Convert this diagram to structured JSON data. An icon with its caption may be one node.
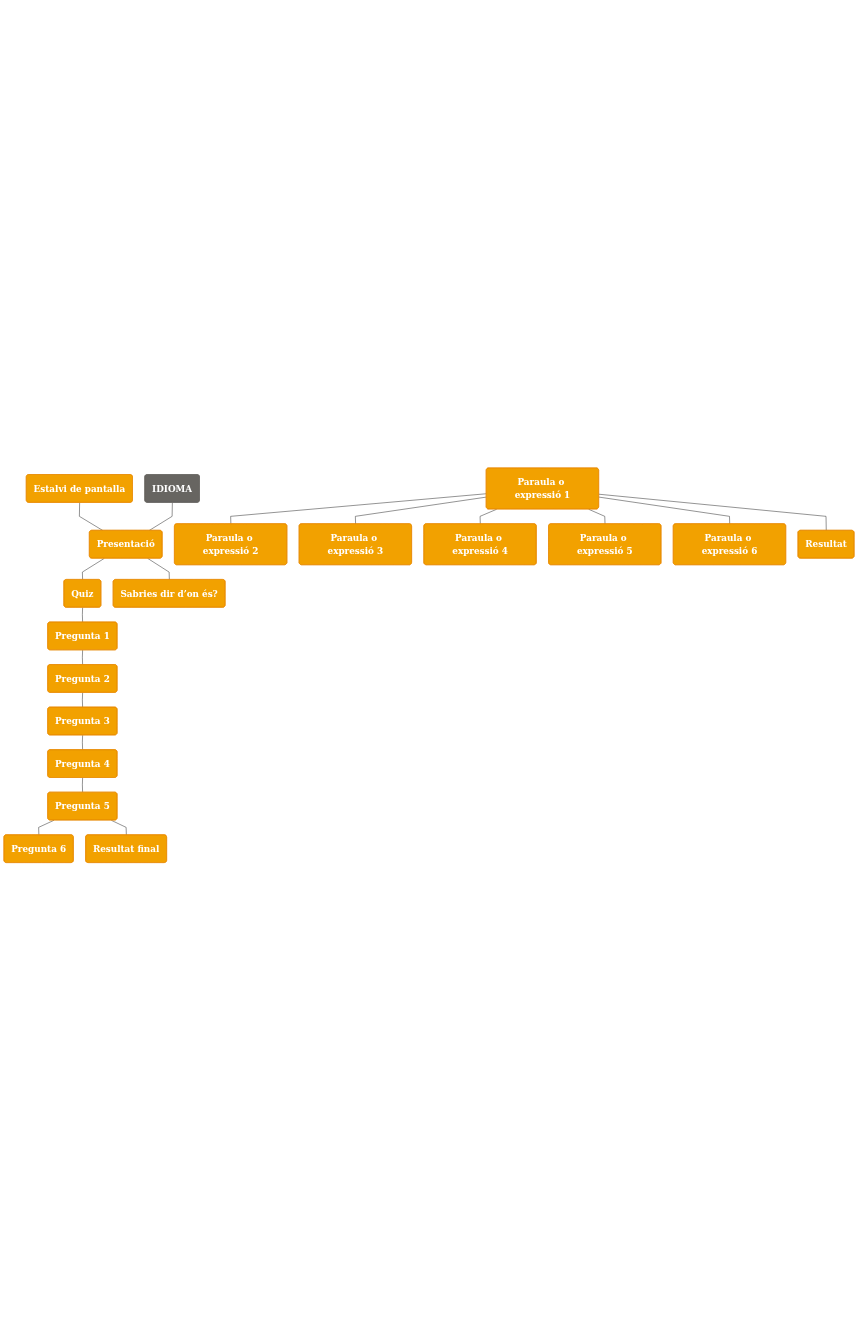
{
  "diagram": {
    "nodes": [
      {
        "text": [
          "Estalvi de pantalla"
        ]
      },
      {
        "text": [
          "IDIOMA"
        ]
      },
      {
        "text": [
          "Presentació"
        ]
      },
      {
        "text": [
          "Quiz"
        ]
      },
      {
        "text": [
          "Sabries dir d’on és?"
        ]
      },
      {
        "text": [
          "Pregunta 1"
        ]
      },
      {
        "text": [
          "Pregunta 2"
        ]
      },
      {
        "text": [
          "Pregunta 3"
        ]
      },
      {
        "text": [
          "Pregunta 4"
        ]
      },
      {
        "text": [
          "Pregunta 5"
        ]
      },
      {
        "text": [
          "Pregunta 6"
        ]
      },
      {
        "text": [
          "Resultat final"
        ]
      },
      {
        "text": [
          "Paraula o expressió 1"
        ]
      },
      {
        "text": [
          "Paraula o expressió 2"
        ]
      },
      {
        "text": [
          "Paraula o expressió 3"
        ]
      },
      {
        "text": [
          "Paraula o expressió 4"
        ]
      },
      {
        "text": [
          "Paraula o expressió 5"
        ]
      },
      {
        "text": [
          "Paraula o expressió 6"
        ]
      },
      {
        "text": [
          "Resultat"
        ]
      }
    ],
    "edges": [
      {
        "from": 0,
        "to": 2,
        "arrow": "none"
      },
      {
        "from": 1,
        "to": 2,
        "arrow": "none"
      },
      {
        "from": 2,
        "to": 3,
        "arrow": "none"
      },
      {
        "from": 2,
        "to": 4,
        "arrow": "none"
      },
      {
        "from": 3,
        "to": 5,
        "arrow": "none"
      },
      {
        "from": 5,
        "to": 6,
        "arrow": "none"
      },
      {
        "from": 6,
        "to": 7,
        "arrow": "none"
      },
      {
        "from": 7,
        "to": 8,
        "arrow": "none"
      },
      {
        "from": 8,
        "to": 9,
        "arrow": "none"
      },
      {
        "from": 9,
        "to": 10,
        "arrow": "none"
      },
      {
        "from": 9,
        "to": 11,
        "arrow": "none"
      },
      {
        "from": 12,
        "to": 13,
        "arrow": "none"
      },
      {
        "from": 12,
        "to": 14,
        "arrow": "none"
      },
      {
        "from": 12,
        "to": 15,
        "arrow": "none"
      },
      {
        "from": 12,
        "to": 16,
        "arrow": "none"
      },
      {
        "from": 12,
        "to": 17,
        "arrow": "none"
      },
      {
        "from": 12,
        "to": 18,
        "arrow": "none"
      }
    ]
  }
}
